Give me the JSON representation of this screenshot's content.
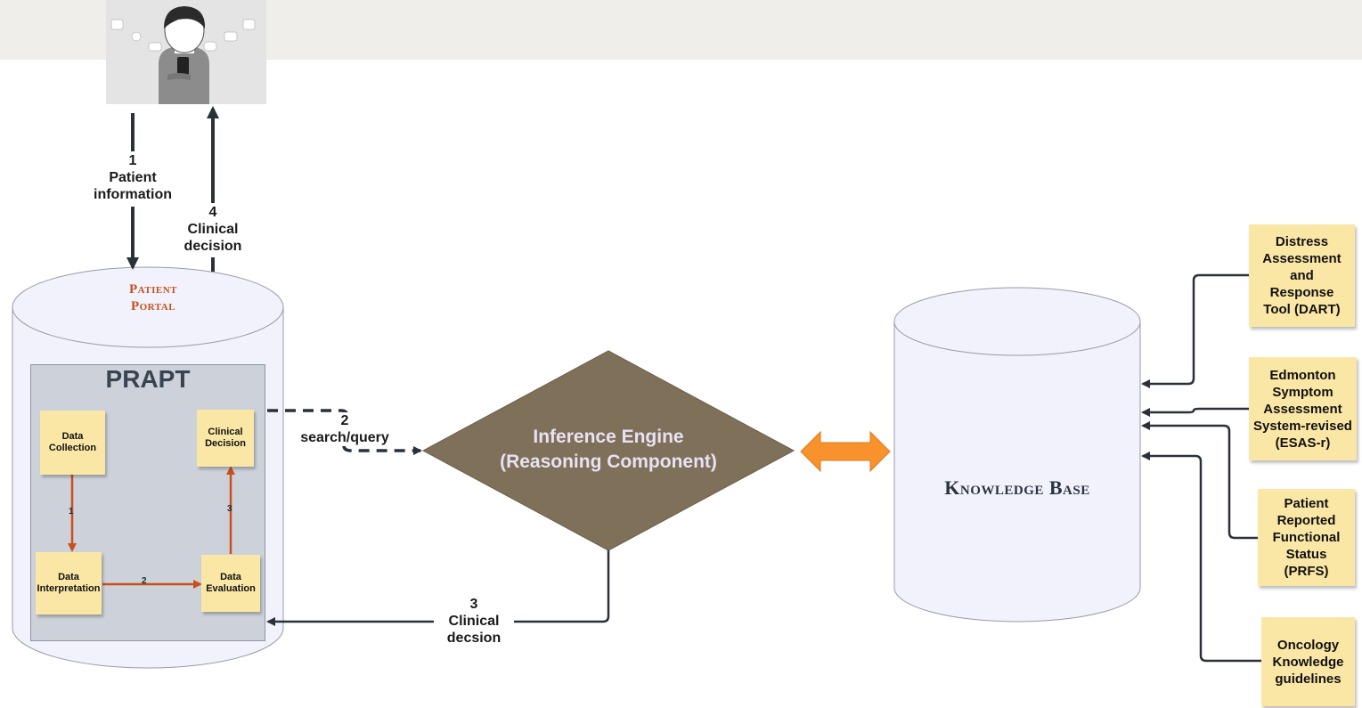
{
  "patient_portal": {
    "title_line1": "Patient",
    "title_line2": "Portal"
  },
  "prapt": {
    "title": "PRAPT",
    "notes": {
      "data_collection": [
        "Data",
        "Collection"
      ],
      "clinical_decision": [
        "Clinical",
        "Decision"
      ],
      "data_interpretation": [
        "Data",
        "Interpretation"
      ],
      "data_evaluation": [
        "Data",
        "Evaluation"
      ]
    },
    "steps": {
      "s1": "1",
      "s2": "2",
      "s3": "3"
    }
  },
  "flows": {
    "f1_num": "1",
    "f1_line1": "Patient",
    "f1_line2": "information",
    "f4_num": "4",
    "f4_line1": "Clinical",
    "f4_line2": "decision",
    "f2_num": "2",
    "f2_text": "search/query",
    "f3_num": "3",
    "f3_line1": "Clinical",
    "f3_line2": "decsion"
  },
  "inference_engine": {
    "line1": "Inference Engine",
    "line2": "(Reasoning Component)"
  },
  "knowledge_base": {
    "title": "Knowledge Base"
  },
  "sources": {
    "dart": [
      "Distress",
      "Assessment",
      "and",
      "Response",
      "Tool (DART)"
    ],
    "esas": [
      "Edmonton",
      "Symptom",
      "Assessment",
      "System-revised",
      "(ESAS-r)"
    ],
    "prfs": [
      "Patient",
      "Reported",
      "Functional",
      "Status",
      "(PRFS)"
    ],
    "okg": [
      "Oncology",
      "Knowledge",
      "guidelines"
    ]
  },
  "colors": {
    "diamond": "#7f7059",
    "cylinder_fill": "#f2f2fc",
    "sticky": "#fbe7a5",
    "inner_arrow": "#c9501c",
    "bidir_arrow": "#f7922d",
    "line": "#2a313a"
  }
}
